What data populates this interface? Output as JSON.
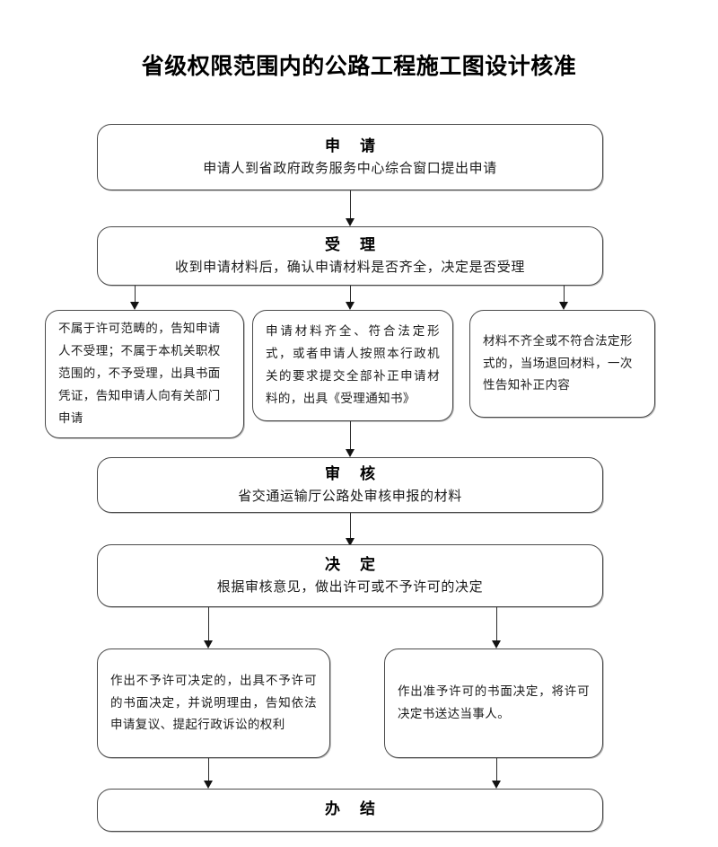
{
  "title": "省级权限范围内的公路工程施工图设计核准",
  "nodes": {
    "apply": {
      "head": "申  请",
      "body": "申请人到省政府政务服务中心综合窗口提出申请"
    },
    "accept": {
      "head": "受  理",
      "body": "收到申请材料后，确认申请材料是否齐全，决定是否受理"
    },
    "branch_left": {
      "body": "不属于许可范畴的，告知申请人不受理；不属于本机关职权范围的，不予受理，出具书面凭证，告知申请人向有关部门申请"
    },
    "branch_middle": {
      "body": "申请材料齐全、符合法定形式，或者申请人按照本行政机关的要求提交全部补正申请材料的，出具《受理通知书》"
    },
    "branch_right": {
      "body": "材料不齐全或不符合法定形式的，当场退回材料，一次性告知补正内容"
    },
    "review": {
      "head": "审  核",
      "body": "省交通运输厅公路处审核申报的材料"
    },
    "decide": {
      "head": "决  定",
      "body": "根据审核意见，做出许可或不予许可的决定"
    },
    "decide_deny": {
      "body": "作出不予许可决定的，出具不予许可的书面决定，并说明理由，告知依法申请复议、提起行政诉讼的权利"
    },
    "decide_grant": {
      "body": "作出准予许可的书面决定，将许可决定书送达当事人。"
    },
    "finish": {
      "head": "办  结"
    }
  },
  "colors": {
    "border": "#4a4a4a",
    "connector": "#2b2b2b",
    "background": "#ffffff",
    "text": "#1a1a1a"
  }
}
